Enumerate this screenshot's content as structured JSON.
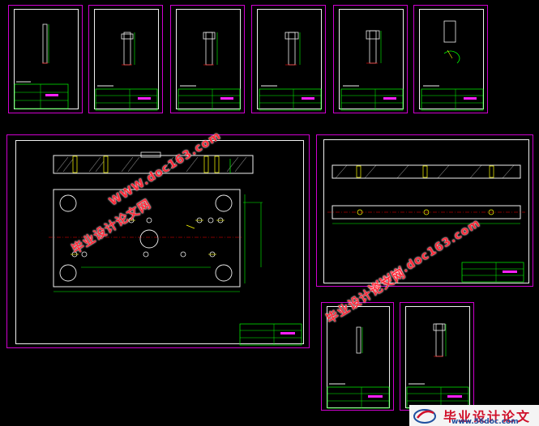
{
  "watermark": {
    "site_cn": "毕业设计论文网",
    "site_url": "WWW.doc163.com"
  },
  "brand": {
    "title": "毕业设计论文",
    "url": "www.56doc.com"
  },
  "colors": {
    "sheet_border": "#d000d0",
    "frame": "#f0f0f0",
    "cad_green": "#00ff00",
    "cad_red": "#ff0000",
    "cad_yellow": "#ffff00",
    "watermark": "#ff2a3a",
    "brand_red": "#d0102a",
    "brand_blue": "#2050a0"
  }
}
